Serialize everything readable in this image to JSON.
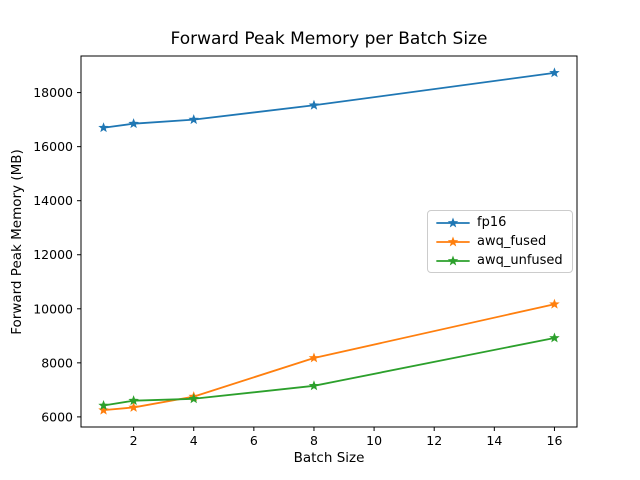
{
  "chart_data": {
    "type": "line",
    "title": "Forward Peak Memory per Batch Size",
    "xlabel": "Batch Size",
    "ylabel": "Forward Peak Memory (MB)",
    "x": [
      1,
      2,
      4,
      8,
      16
    ],
    "series": [
      {
        "name": "fp16",
        "color": "#1f77b4",
        "marker": "star",
        "values": [
          16700,
          16850,
          17000,
          17530,
          18730
        ]
      },
      {
        "name": "awq_fused",
        "color": "#ff7f0e",
        "marker": "star",
        "values": [
          6250,
          6350,
          6750,
          8180,
          10170
        ]
      },
      {
        "name": "awq_unfused",
        "color": "#2ca02c",
        "marker": "star",
        "values": [
          6420,
          6600,
          6670,
          7150,
          8920
        ]
      }
    ],
    "xticks": [
      2,
      4,
      6,
      8,
      10,
      12,
      14,
      16
    ],
    "yticks": [
      6000,
      8000,
      10000,
      12000,
      14000,
      16000,
      18000
    ],
    "xlim": [
      0.25,
      16.75
    ],
    "ylim": [
      5626,
      19354
    ],
    "grid": false,
    "legend_position": "center-right",
    "axis_color": "#000000",
    "text_color": "#000000",
    "background_color": "#ffffff"
  }
}
